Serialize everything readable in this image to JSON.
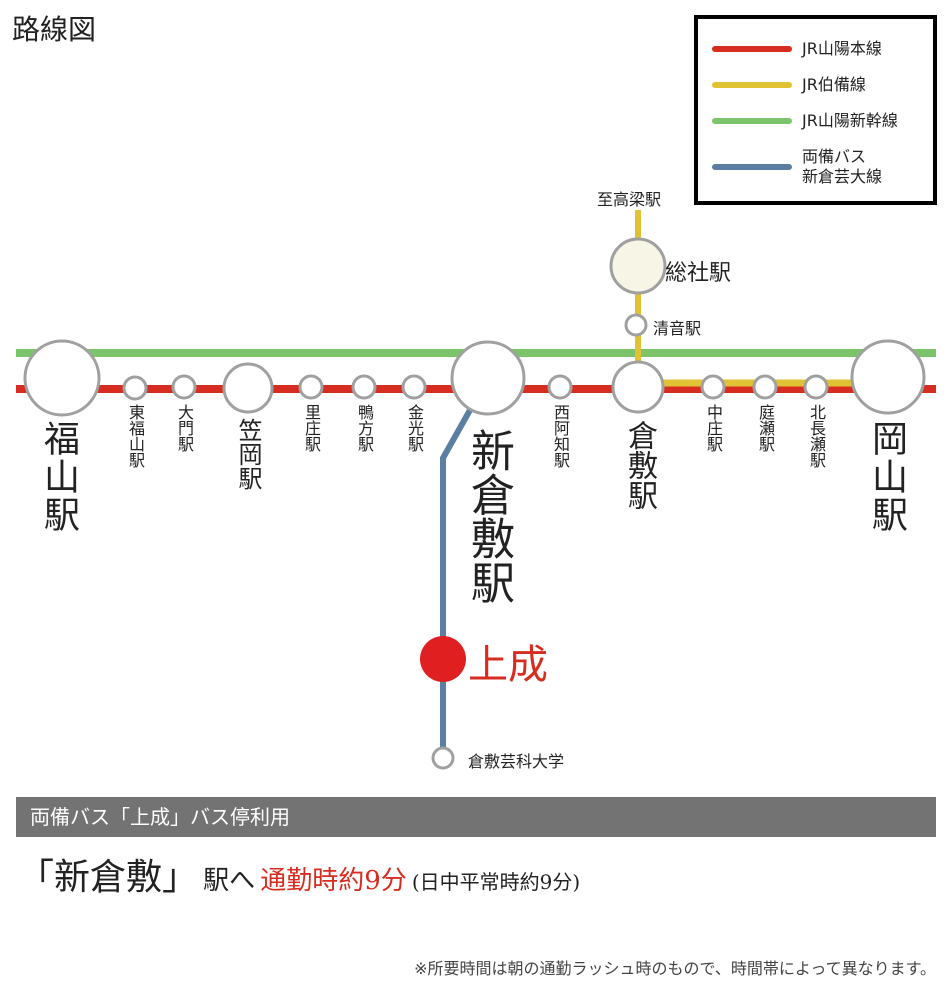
{
  "title": "路線図",
  "legend": [
    {
      "label": "JR山陽本線",
      "color": "#d62d20"
    },
    {
      "label": "JR伯備線",
      "color": "#e0c234"
    },
    {
      "label": "JR山陽新幹線",
      "color": "#7cc46a"
    },
    {
      "label": "両備バス\n新倉芸大線",
      "color": "#5b7fa3"
    }
  ],
  "stations": {
    "fukuyama": "福山駅",
    "higashi_fukuyama": "東福山駅",
    "daimon": "大門駅",
    "kasaoka": "笠岡駅",
    "satosho": "里庄駅",
    "kamogata": "鴨方駅",
    "konko": "金光駅",
    "shin_kurashiki": "新倉敷駅",
    "nishiachi": "西阿知駅",
    "kurashiki": "倉敷駅",
    "nakasho": "中庄駅",
    "niwase": "庭瀬駅",
    "kita_nagase": "北長瀬駅",
    "okayama": "岡山駅",
    "kiyone": "清音駅",
    "soja": "総社駅",
    "takahashi": "至高梁駅",
    "kamite": "上成",
    "geidai": "倉敷芸科大学"
  },
  "bus_bar": "両備バス「上成」バス停利用",
  "access": {
    "station": "「新倉敷」",
    "eki_he": "駅へ",
    "commute": "通勤時約9分",
    "daytime": "(日中平常時約9分)"
  },
  "note": "※所要時間は朝の通勤ラッシュ時のもので、時間帯によって異なります。"
}
